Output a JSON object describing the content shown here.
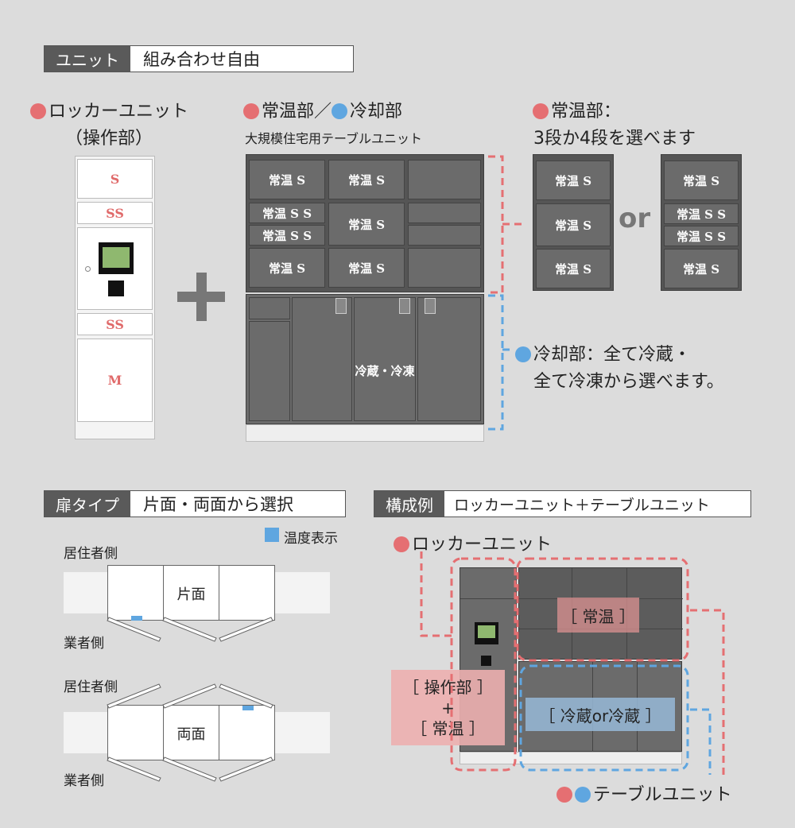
{
  "unit_section": {
    "tag_dark": "ユニット",
    "tag_light": "組み合わせ自由",
    "locker_title": "ロッカーユニット",
    "locker_sub": "（操作部）",
    "locker_cells": [
      "S",
      "SS",
      "SS",
      "M"
    ],
    "table_title_a": "常温部／",
    "table_title_b": "冷却部",
    "table_sub": "大規模住宅用テーブルユニット",
    "upper_left": [
      "常温 S",
      "常温 S S",
      "常温 S S",
      "常温 S"
    ],
    "upper_mid": [
      "常温 S",
      "常温 S",
      "常温 S"
    ],
    "lower_label": "冷蔵・冷凍",
    "normal_note_1": "常温部：",
    "normal_note_2": "3段か4段を選べます",
    "option_a": [
      "常温 S",
      "常温 S",
      "常温 S"
    ],
    "or_text": "or",
    "option_b": [
      "常温 S",
      "常温 S S",
      "常温 S S",
      "常温 S"
    ],
    "cool_note_1": "冷却部：全て冷蔵・",
    "cool_note_2": "全て冷凍から選べます。"
  },
  "door_section": {
    "tag_dark": "扉タイプ",
    "tag_light": "片面・両面から選択",
    "legend": "温度表示",
    "resident_side": "居住者側",
    "vendor_side": "業者側",
    "single_label": "片面",
    "double_label": "両面"
  },
  "example_section": {
    "tag_dark": "構成例",
    "tag_light": "ロッカーユニット＋テーブルユニット",
    "locker_label": "ロッカーユニット",
    "normal_box": "［ 常温 ］",
    "op_box_1": "［ 操作部 ］",
    "op_box_2": "+",
    "op_box_3": "［ 常温 ］",
    "cool_box": "［ 冷蔵or冷蔵 ］",
    "table_label": "テーブルユニット"
  },
  "colors": {
    "red": "#e56f72",
    "blue": "#5fa6e0",
    "unit_gray": "#6b6b6b"
  }
}
